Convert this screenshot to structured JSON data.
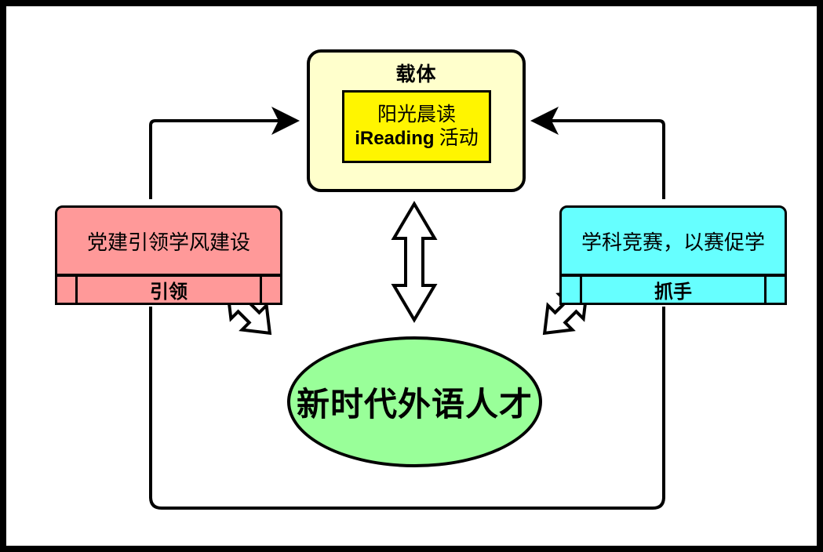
{
  "diagram": {
    "title_zh": "载体",
    "frame_color": "#000000",
    "background": "#ffffff"
  },
  "carrier": {
    "header_label": "载体",
    "inner_line1": "阳光晨读",
    "inner_en": "iReading",
    "inner_line2_suffix": "活动",
    "outer_color": "#FFFFCC",
    "inner_color": "#FFF500"
  },
  "left_box": {
    "heading": "党建引领学风建设",
    "banner_label": "引领",
    "color": "#FF9999"
  },
  "right_box": {
    "heading": "学科竞赛，以赛促学",
    "banner_label": "抓手",
    "color": "#66FFFF"
  },
  "center_node": {
    "label": "新时代外语人才",
    "color": "#99FF99"
  },
  "connectors": {
    "left_to_carrier": "arrow-right-into-carrier",
    "right_to_carrier": "arrow-left-into-carrier",
    "carrier_to_center": "double-headed-vertical-arrow",
    "left_to_center": "double-headed-diagonal-arrow",
    "right_to_center": "double-headed-diagonal-arrow",
    "bottom_loop": "left-box-to-right-box-bottom-path"
  }
}
